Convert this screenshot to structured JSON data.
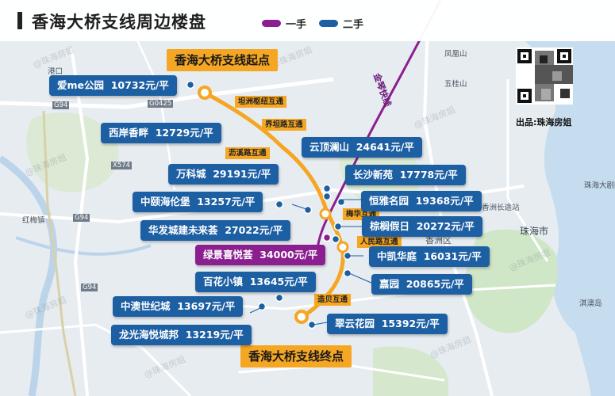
{
  "header": {
    "title": "香海大桥支线周边楼盘"
  },
  "legend": [
    {
      "label": "一手",
      "color": "#8b1f8f"
    },
    {
      "label": "二手",
      "color": "#1d5fa3"
    }
  ],
  "source": {
    "label": "出品:珠海房姐"
  },
  "watermark": "@珠海房姐",
  "route_labels": {
    "start": "香海大桥支线起点",
    "end": "香海大桥支线终点"
  },
  "interchanges": [
    "坦洲枢纽互通",
    "界坦路互通",
    "沥溪路互通",
    "梅华互通",
    "人民路互通",
    "造贝互通"
  ],
  "properties": [
    {
      "name": "爱me公园",
      "price": "10732元/平",
      "type": "二手"
    },
    {
      "name": "西岸香畔",
      "price": "12729元/平",
      "type": "二手"
    },
    {
      "name": "万科城",
      "price": "29191元/平",
      "type": "二手"
    },
    {
      "name": "中颐海伦堡",
      "price": "13257元/平",
      "type": "二手"
    },
    {
      "name": "华发城建未来荟",
      "price": "27022元/平",
      "type": "二手"
    },
    {
      "name": "绿景喜悦荟",
      "price": "34000元/平",
      "type": "一手"
    },
    {
      "name": "百花小镇",
      "price": "13645元/平",
      "type": "二手"
    },
    {
      "name": "中澳世纪城",
      "price": "13697元/平",
      "type": "二手"
    },
    {
      "name": "龙光海悦城邦",
      "price": "13219元/平",
      "type": "二手"
    },
    {
      "name": "云顶澜山",
      "price": "24641元/平",
      "type": "二手"
    },
    {
      "name": "长沙新苑",
      "price": "17778元/平",
      "type": "二手"
    },
    {
      "name": "恒雅名园",
      "price": "19368元/平",
      "type": "二手"
    },
    {
      "name": "棕榈假日",
      "price": "20272元/平",
      "type": "二手"
    },
    {
      "name": "中凯华庭",
      "price": "16031元/平",
      "type": "二手"
    },
    {
      "name": "嘉园",
      "price": "20865元/平",
      "type": "二手"
    },
    {
      "name": "翠云花园",
      "price": "15392元/平",
      "type": "二手"
    }
  ],
  "map_labels": {
    "rail": "金琴快线",
    "place_wuguishan": "五桂山",
    "place_xiangzhou": "香洲区",
    "place_zhuhai_city": "珠海市",
    "place_qiao": "淇澳岛",
    "place_dajuyuan": "珠海大剧院",
    "place_changjian": "香洲长途站",
    "place_fengyuan": "凤凰山",
    "place_gangkou": "港口",
    "place_hongmei": "红梅镇",
    "road_g94": "G94",
    "road_g0425": "G0425",
    "road_x574": "X574"
  }
}
